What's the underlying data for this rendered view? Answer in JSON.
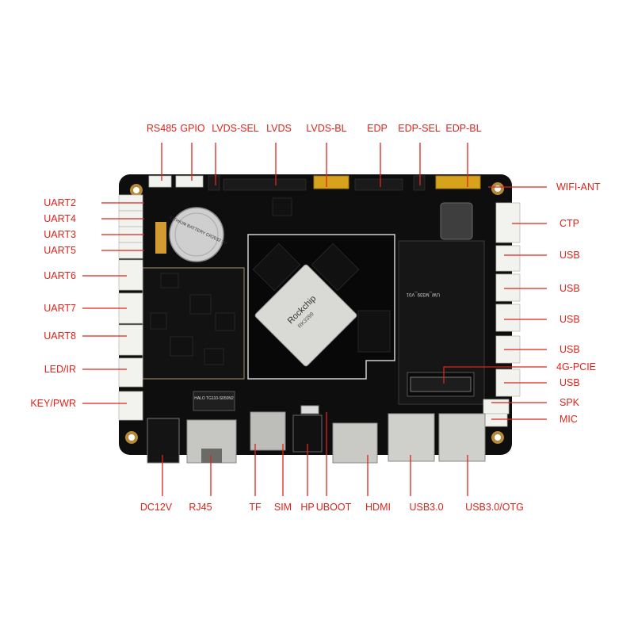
{
  "colors": {
    "label": "#e0231b",
    "board": "#0e0e0e",
    "background": "#ffffff"
  },
  "board_markings": {
    "battery_text": "LITHIUM BATTERY CR2032 3V",
    "soc_brand": "Rockchip",
    "soc_model": "RK3399",
    "module_text": "UW_M339_V01",
    "transformer_text": "HALO TG110-S050N2"
  },
  "labels": {
    "top": [
      "RS485",
      "GPIO",
      "LVDS-SEL",
      "LVDS",
      "LVDS-BL",
      "EDP",
      "EDP-SEL",
      "EDP-BL"
    ],
    "left": [
      "UART2",
      "UART4",
      "UART3",
      "UART5",
      "UART6",
      "UART7",
      "UART8",
      "LED/IR",
      "KEY/PWR"
    ],
    "right": [
      "WIFI-ANT",
      "CTP",
      "USB",
      "USB",
      "USB",
      "USB",
      "4G-PCIE",
      "USB",
      "SPK",
      "MIC"
    ],
    "bottom": [
      "DC12V",
      "RJ45",
      "TF",
      "SIM",
      "HP",
      "UBOOT",
      "HDMI",
      "USB3.0",
      "USB3.0/OTG"
    ]
  }
}
